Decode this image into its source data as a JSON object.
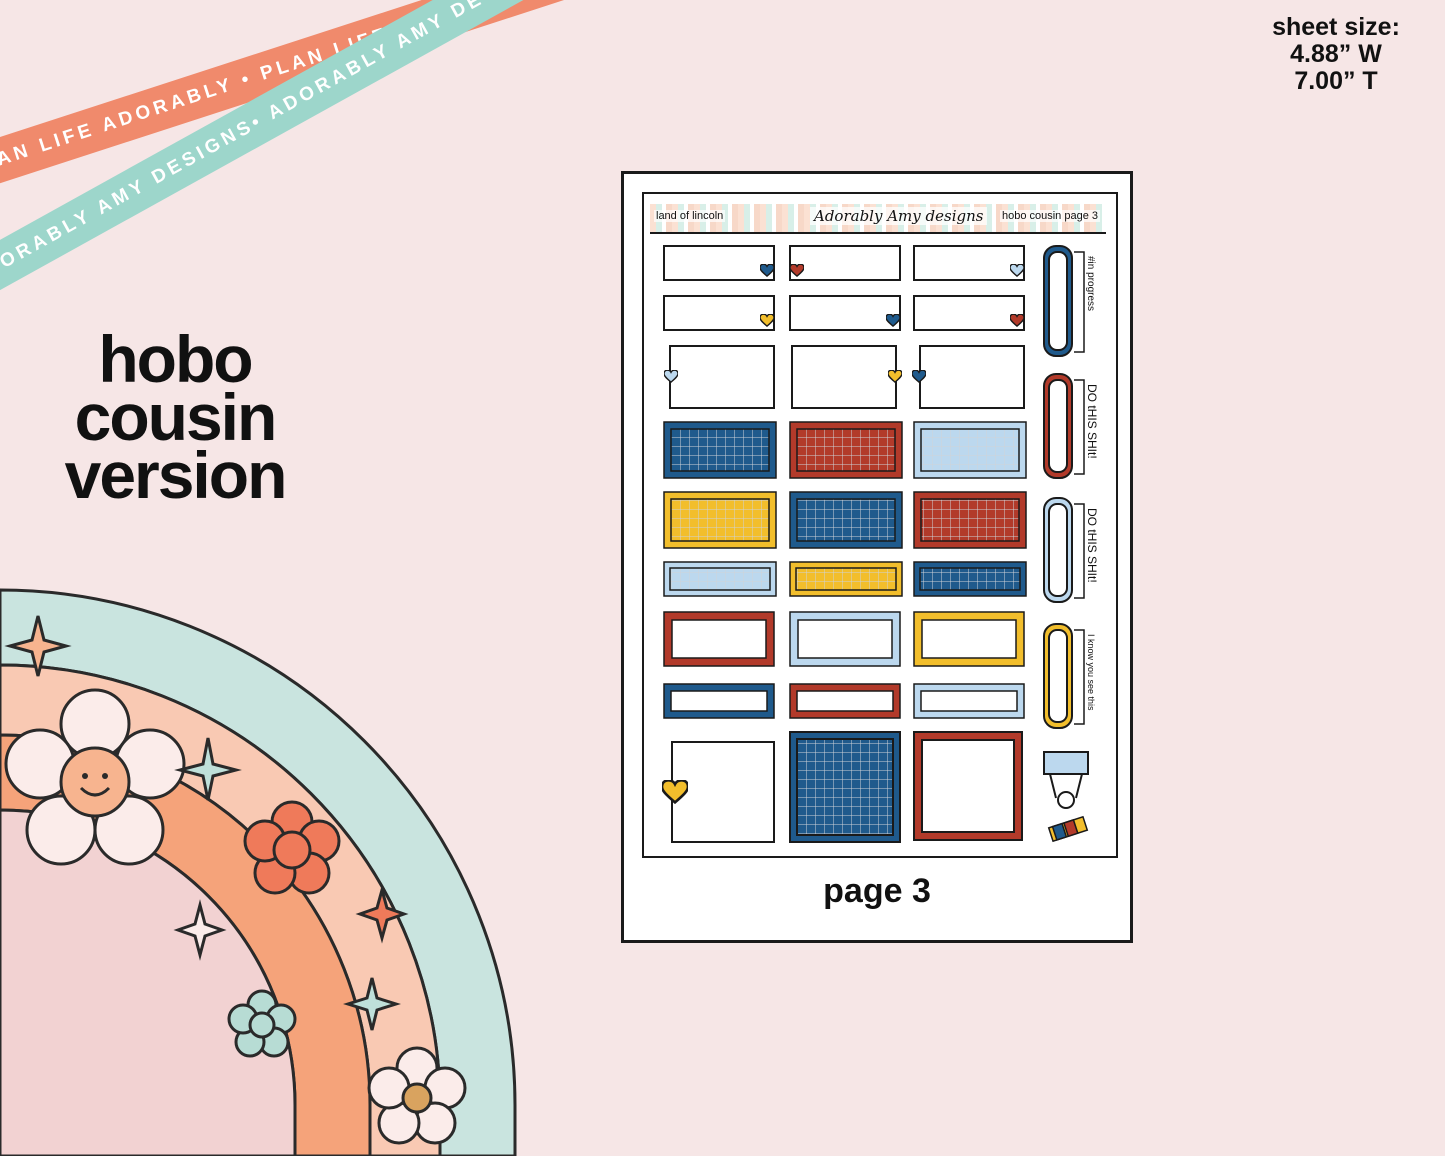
{
  "ribbons": {
    "top": "PLAN LIFE ADORABLY • PLAN LIFE ADORABLY • PLAN LIFE ADORABLY • PLAN LIFE ADORABLY",
    "bottom": "ADORABLY AMY DESIGNS• ADORABLY AMY DESIGNS• ADORABLY AMY DESIGNS• ADORABLY AMY DESIGNS"
  },
  "sheet_size": {
    "label": "sheet size:",
    "width": "4.88” W",
    "height": "7.00” T"
  },
  "title": {
    "line1": "hobo",
    "line2": "cousin",
    "line3": "version"
  },
  "sheet": {
    "header_left": "land of lincoln",
    "header_logo": "Adorably Amy designs",
    "header_right": "hobo cousin page 3",
    "side_labels": [
      "#in progress",
      "DO tHIS SHIt!",
      "DO tHIS SHIt!",
      "I know you see this"
    ]
  },
  "page_label": "page 3",
  "colors": {
    "background": "#f6e6e6",
    "blue": "#1f5a8c",
    "red": "#b23a2a",
    "yellow": "#f2be2c",
    "light_blue": "#bcd8ee",
    "teal": "#9dd6cb",
    "coral": "#f08a6c",
    "peach": "#f7c3ae",
    "orange": "#f5a37a",
    "pink": "#f2d2d2"
  }
}
